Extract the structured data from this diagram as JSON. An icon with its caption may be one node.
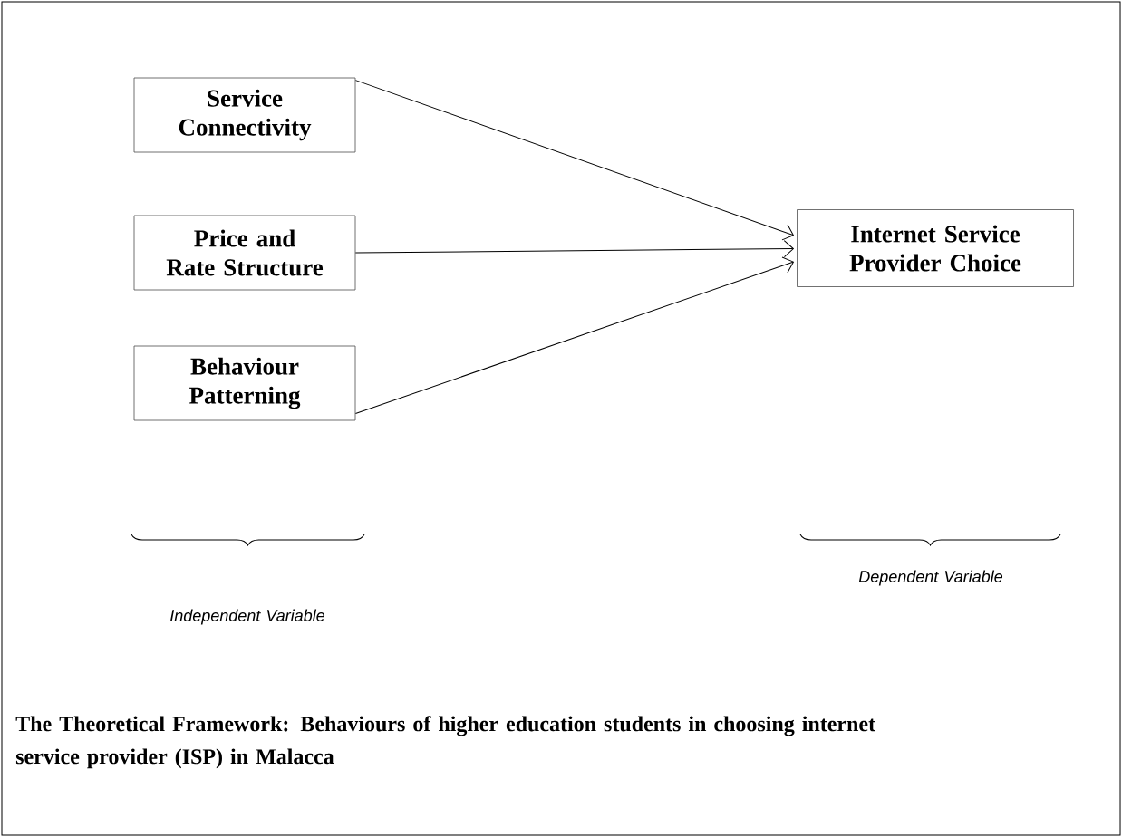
{
  "diagram": {
    "caption": "The Theoretical Framework: Behaviours of higher education students in choosing internet service provider (ISP) in Malacca",
    "nodes": [
      {
        "text": [
          "Service Connectivity"
        ]
      },
      {
        "text": [
          "Price and Rate Structure"
        ]
      },
      {
        "text": [
          "Behaviour Patterning"
        ]
      },
      {
        "text": [
          "Internet Service Provider Choice"
        ]
      }
    ],
    "edges": [
      {
        "from": 0,
        "to": 3,
        "arrow": "to"
      },
      {
        "from": 1,
        "to": 3,
        "arrow": "to"
      },
      {
        "from": 2,
        "to": 3,
        "arrow": "to"
      }
    ],
    "labels": [
      "Independent Variable",
      "Dependent Variable"
    ]
  }
}
